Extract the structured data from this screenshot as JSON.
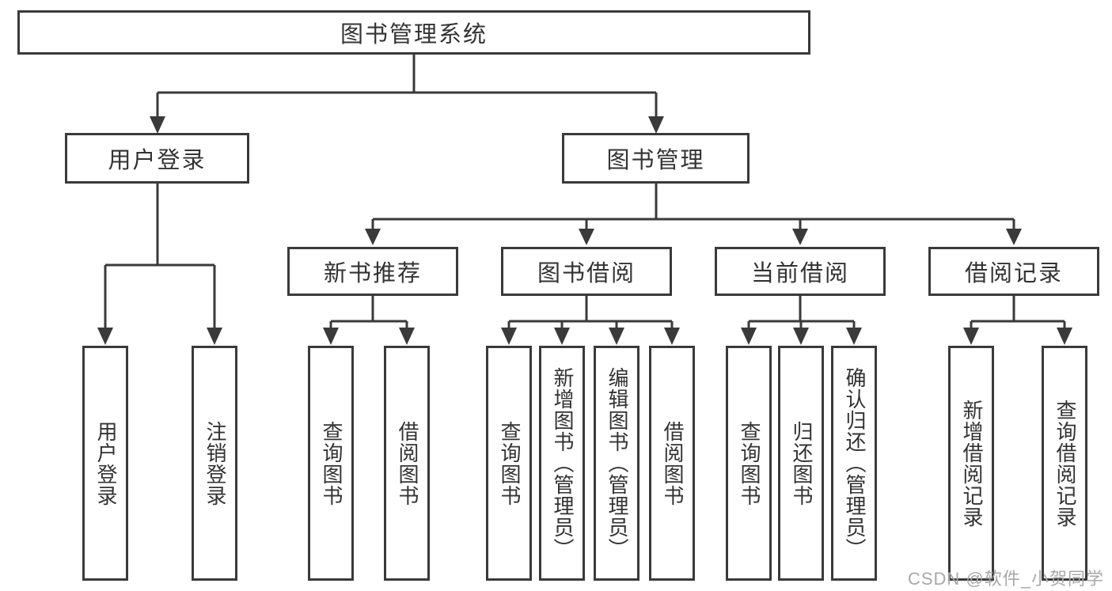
{
  "diagram": {
    "root": "图书管理系统",
    "branches": [
      {
        "label": "用户登录",
        "children": [
          "用户登录",
          "注销登录"
        ]
      },
      {
        "label": "图书管理",
        "groups": [
          {
            "label": "新书推荐",
            "children": [
              "查询图书",
              "借阅图书"
            ]
          },
          {
            "label": "图书借阅",
            "children": [
              "查询图书",
              "新增图书（管理员）",
              "编辑图书（管理员）",
              "借阅图书"
            ]
          },
          {
            "label": "当前借阅",
            "children": [
              "查询图书",
              "归还图书",
              "确认归还（管理员）"
            ]
          },
          {
            "label": "借阅记录",
            "children": [
              "新增借阅记录",
              "查询借阅记录"
            ]
          }
        ]
      }
    ]
  },
  "watermark": "CSDN @软件_小贺同学",
  "colors": {
    "line": "#3a3a3a",
    "text": "#333333",
    "watermark": "#a8a8a8",
    "background": "#ffffff"
  }
}
